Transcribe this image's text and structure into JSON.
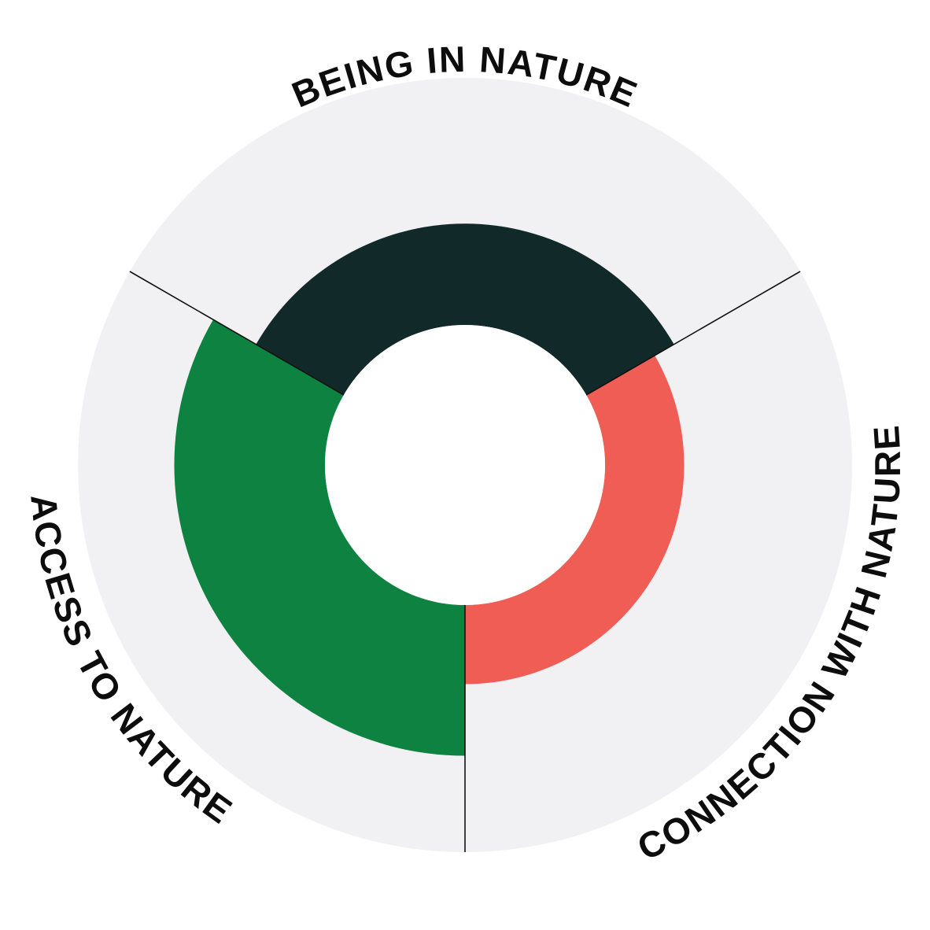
{
  "chart_data": {
    "type": "radial-bar",
    "title": "",
    "scale": [
      0,
      100
    ],
    "grid": false,
    "background_color": "#F1F1F3",
    "categories": [
      "BEING IN NATURE",
      "CONNECTION WITH NATURE",
      "ACCESS TO NATURE"
    ],
    "values": [
      41,
      32,
      61
    ],
    "colors": [
      "#12292A",
      "#F05D55",
      "#0E8341"
    ]
  }
}
